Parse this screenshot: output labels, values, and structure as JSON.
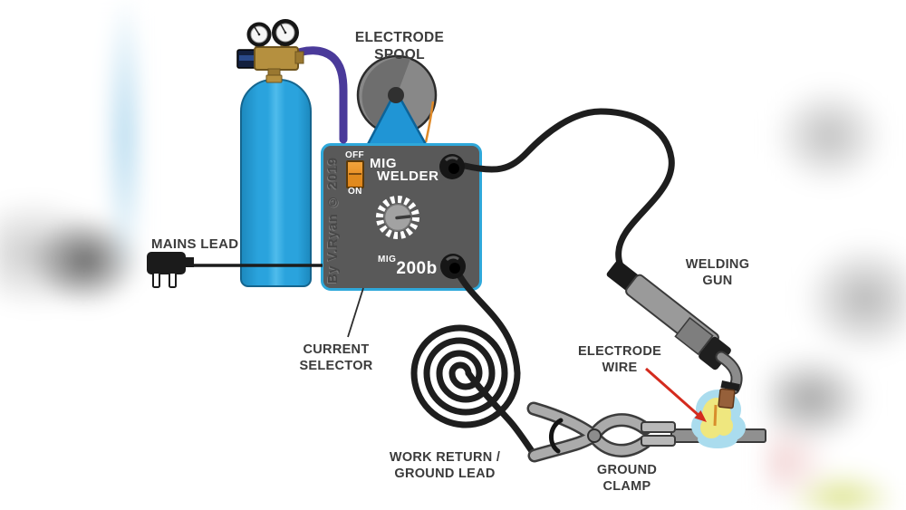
{
  "diagram": {
    "subject": "MIG welder setup diagram",
    "credit": "By V.Ryan © 2019"
  },
  "labels": {
    "electrode_spool_line1": "ELECTRODE",
    "electrode_spool_line2": "SPOOL",
    "mains_lead": "MAINS LEAD",
    "current_selector_line1": "CURRENT",
    "current_selector_line2": "SELECTOR",
    "work_return_line1": "WORK RETURN /",
    "work_return_line2": "GROUND LEAD",
    "ground_clamp_line1": "GROUND",
    "ground_clamp_line2": "CLAMP",
    "electrode_wire_line1": "ELECTRODE",
    "electrode_wire_line2": "WIRE",
    "welding_gun_line1": "WELDING",
    "welding_gun_line2": "GUN"
  },
  "welder_panel": {
    "title_line1": "MIG",
    "title_line2": "WELDER",
    "switch_off": "OFF",
    "switch_on": "ON",
    "model_prefix": "MIG",
    "model_number": "200b"
  },
  "colors": {
    "cylinder_blue": "#2aa3dd",
    "welder_body_gray": "#595959",
    "welder_border_blue": "#2fa8da",
    "switch_orange": "#e8891f",
    "hose_purple": "#4a3a9a",
    "spool_gray": "#888888",
    "spool_mount_blue": "#2095d5",
    "cable_black": "#1e1e1e",
    "clamp_gray": "#ababab",
    "regulator_brass": "#b5903f",
    "arc_glow_yellow": "#efe77f",
    "arc_halo_blue": "#aadcee",
    "arrow_red": "#d42b1e",
    "label_gray": "#3b3b3b"
  }
}
